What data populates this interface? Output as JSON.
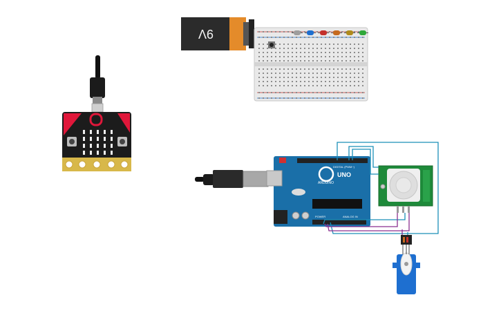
{
  "battery": {
    "label": "9V"
  },
  "arduino": {
    "brand": "ARDUINO",
    "model": "UNO",
    "digital_label": "DIGITAL (PWM~)",
    "power_label": "POWER",
    "analog_label": "ANALOG IN"
  },
  "pir_sensor": {
    "label": ""
  },
  "servo": {
    "label": ""
  },
  "colors": {
    "wire_blue": "#1b8fb8",
    "wire_purple": "#8a2f8f",
    "arduino_board": "#1a6fa8",
    "pir_board": "#1e8a3a",
    "microbit_board": "#1c1c1c",
    "microbit_accent": "#e0173a",
    "servo_body": "#1e6fd0",
    "battery_body": "#2b2b2b",
    "battery_cap": "#e48b2a"
  },
  "breadboard_leds": [
    "#9e9e9e",
    "#1e6fd0",
    "#c4302b",
    "#c66a1e",
    "#b08b1c",
    "#2fa83a"
  ]
}
